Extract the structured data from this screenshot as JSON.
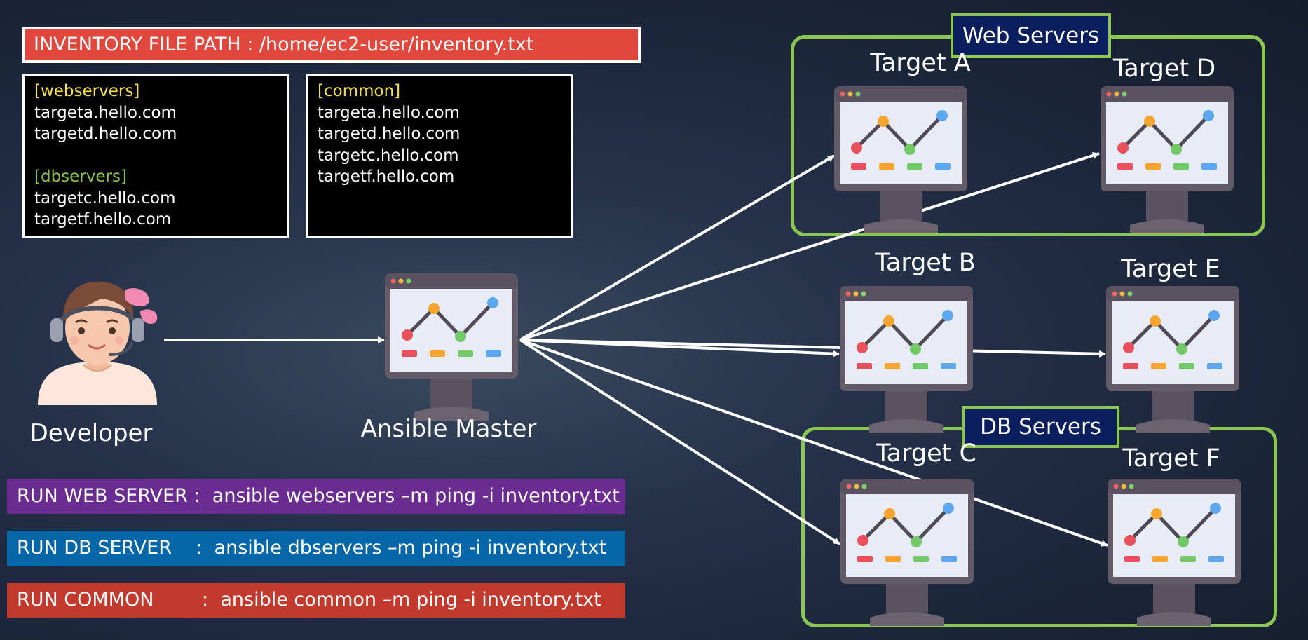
{
  "inventory_path": "INVENTORY FILE PATH : /home/ec2-user/inventory.txt",
  "inventory_left": {
    "webservers_header": "[webservers]",
    "webservers_hosts": [
      "targeta.hello.com",
      "targetd.hello.com"
    ],
    "dbservers_header": "[dbservers]",
    "dbservers_hosts": [
      "targetc.hello.com",
      "targetf.hello.com"
    ]
  },
  "inventory_right": {
    "common_header": "[common]",
    "common_hosts": [
      "targeta.hello.com",
      "targetd.hello.com",
      "targetc.hello.com",
      "targetf.hello.com"
    ]
  },
  "developer_label": "Developer",
  "master_label": "Ansible Master",
  "groups": {
    "web": "Web Servers",
    "db": "DB Servers"
  },
  "targets": {
    "a": "Target A",
    "b": "Target B",
    "c": "Target C",
    "d": "Target D",
    "e": "Target E",
    "f": "Target F"
  },
  "commands": [
    {
      "label": "RUN WEB SERVER :  ansible webservers –m ping -i inventory.txt",
      "color": "#6a2c91"
    },
    {
      "label": "RUN DB SERVER    :  ansible dbservers –m ping -i inventory.txt",
      "color": "#0566a8"
    },
    {
      "label": "RUN COMMON        :  ansible common –m ping -i inventory.txt",
      "color": "#c2392e"
    }
  ],
  "colors": {
    "group_border": "#8bc653",
    "group_tag_bg": "#0b1f5e",
    "banner": "#e0473d"
  }
}
